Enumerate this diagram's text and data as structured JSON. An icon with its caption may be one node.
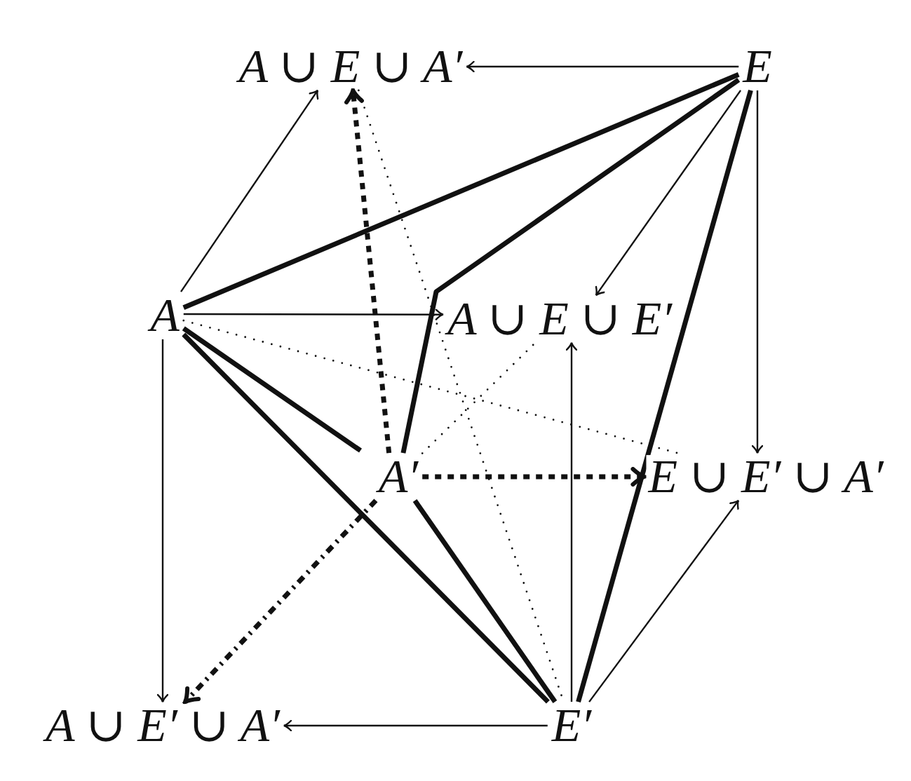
{
  "diagram": {
    "nodes": [
      {
        "text": [
          "A ∪ E ∪ A′"
        ]
      },
      {
        "text": [
          "E"
        ]
      },
      {
        "text": [
          "A"
        ]
      },
      {
        "text": [
          "A ∪ E ∪ E′"
        ]
      },
      {
        "text": [
          "A′"
        ]
      },
      {
        "text": [
          "E ∪ E′ ∪ A′"
        ]
      },
      {
        "text": [
          "A ∪ E′ ∪ A′"
        ]
      },
      {
        "text": [
          "E′"
        ]
      }
    ],
    "edges": [
      {
        "from": 1,
        "to": 0,
        "arrow": "to"
      },
      {
        "from": 2,
        "to": 0,
        "arrow": "to"
      },
      {
        "from": 2,
        "to": 1,
        "arrow": "none",
        "style": "thick"
      },
      {
        "from": 2,
        "to": 3,
        "arrow": "to"
      },
      {
        "from": 2,
        "to": 6,
        "arrow": "to"
      },
      {
        "from": 2,
        "to": 7,
        "arrow": "none",
        "style": "thick"
      },
      {
        "from": 2,
        "to": 4,
        "arrow": "none",
        "style": "thick"
      },
      {
        "from": 2,
        "to": 5,
        "arrow": "none",
        "style": "dashed"
      },
      {
        "from": 1,
        "to": 3,
        "arrow": "to"
      },
      {
        "from": 1,
        "to": 5,
        "arrow": "to"
      },
      {
        "from": 1,
        "to": 4,
        "arrow": "none",
        "style": "thick"
      },
      {
        "from": 1,
        "to": 7,
        "arrow": "none",
        "style": "thick"
      },
      {
        "from": 0,
        "to": 7,
        "arrow": "none",
        "style": "dashed"
      },
      {
        "from": 4,
        "to": 0,
        "arrow": "to",
        "style": "dashed"
      },
      {
        "from": 4,
        "to": 5,
        "arrow": "to",
        "style": "dashed"
      },
      {
        "from": 4,
        "to": 6,
        "arrow": "to",
        "style": "dashed"
      },
      {
        "from": 4,
        "to": 3,
        "arrow": "none",
        "style": "dashed"
      },
      {
        "from": 4,
        "to": 7,
        "arrow": "none",
        "style": "thick"
      },
      {
        "from": 7,
        "to": 6,
        "arrow": "to"
      },
      {
        "from": 7,
        "to": 3,
        "arrow": "to"
      },
      {
        "from": 7,
        "to": 5,
        "arrow": "to"
      }
    ]
  }
}
